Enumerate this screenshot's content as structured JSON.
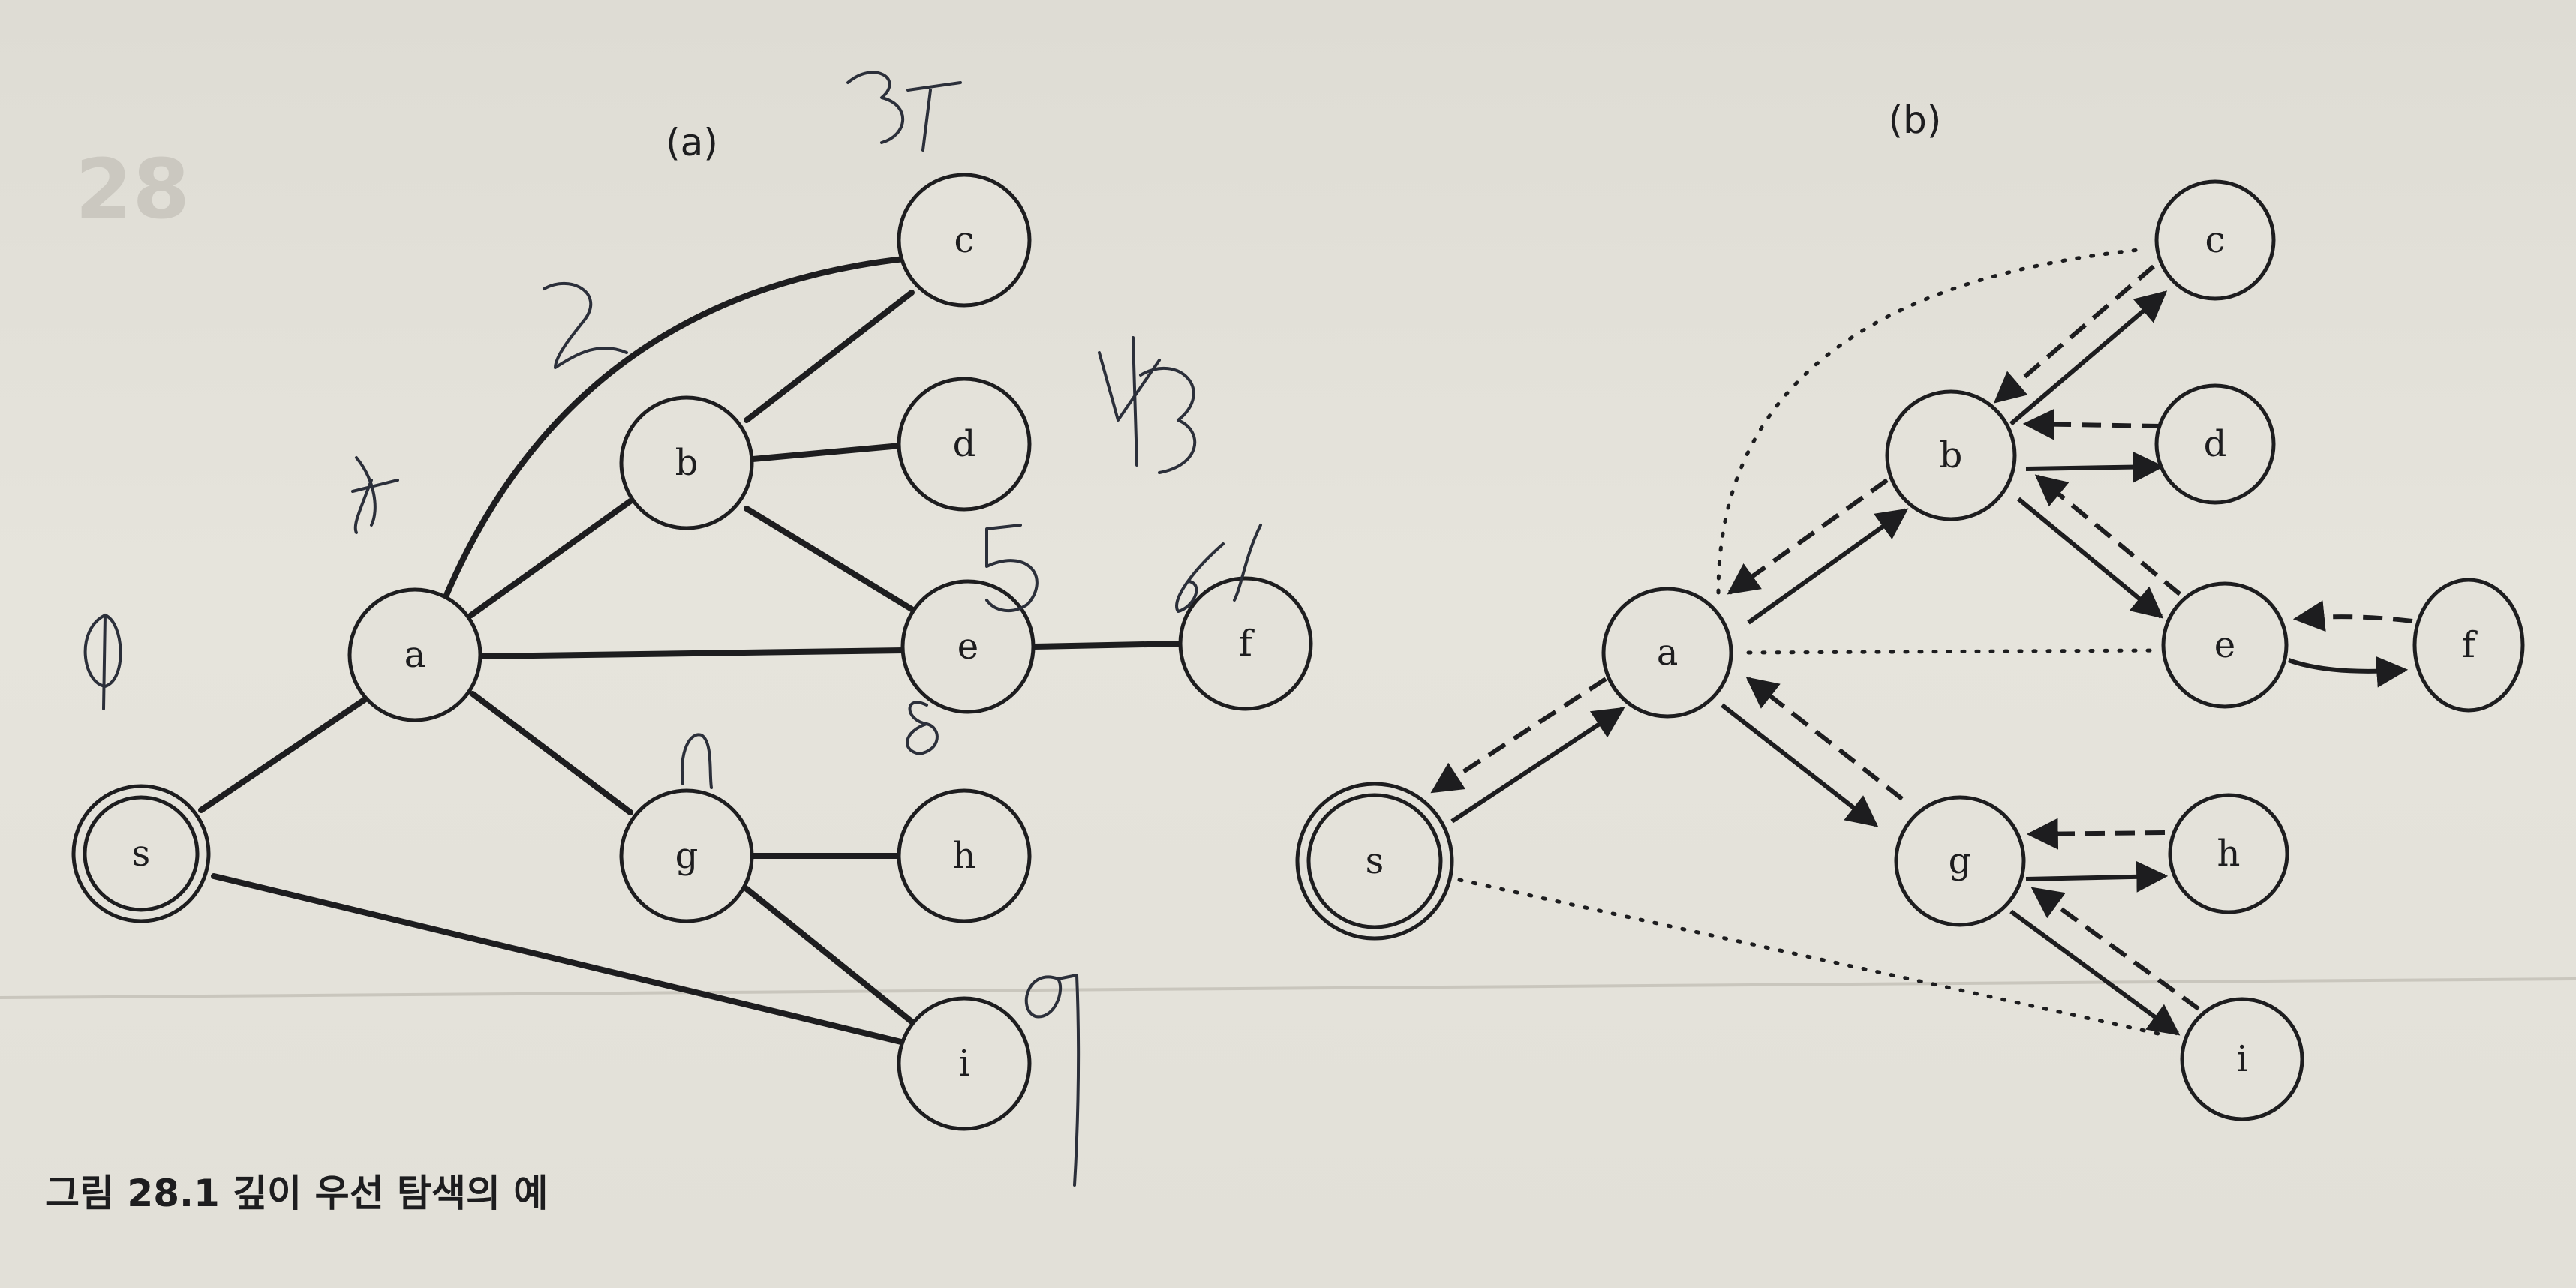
{
  "caption": "그림 28.1 깊이 우선 탐색의 예",
  "panels": [
    {
      "label": "(a)"
    },
    {
      "label": "(b)"
    }
  ],
  "nodes": [
    "s",
    "a",
    "b",
    "c",
    "d",
    "e",
    "f",
    "g",
    "h",
    "i"
  ],
  "start_node": "s",
  "graph_edges": [
    [
      "s",
      "a"
    ],
    [
      "s",
      "i"
    ],
    [
      "a",
      "c"
    ],
    [
      "a",
      "b"
    ],
    [
      "a",
      "e"
    ],
    [
      "a",
      "g"
    ],
    [
      "b",
      "c"
    ],
    [
      "b",
      "d"
    ],
    [
      "b",
      "e"
    ],
    [
      "e",
      "f"
    ],
    [
      "g",
      "h"
    ],
    [
      "g",
      "i"
    ]
  ],
  "dfs_tree_edges": [
    [
      "s",
      "a"
    ],
    [
      "a",
      "b"
    ],
    [
      "b",
      "c"
    ],
    [
      "b",
      "d"
    ],
    [
      "b",
      "e"
    ],
    [
      "e",
      "f"
    ],
    [
      "a",
      "g"
    ],
    [
      "g",
      "h"
    ],
    [
      "g",
      "i"
    ]
  ],
  "back_edges": [
    [
      "c",
      "a"
    ],
    [
      "e",
      "a"
    ],
    [
      "i",
      "s"
    ]
  ],
  "handwritten_marks": [
    "0",
    "1",
    "2",
    "3",
    "4",
    "5",
    "6",
    "8",
    "9"
  ]
}
